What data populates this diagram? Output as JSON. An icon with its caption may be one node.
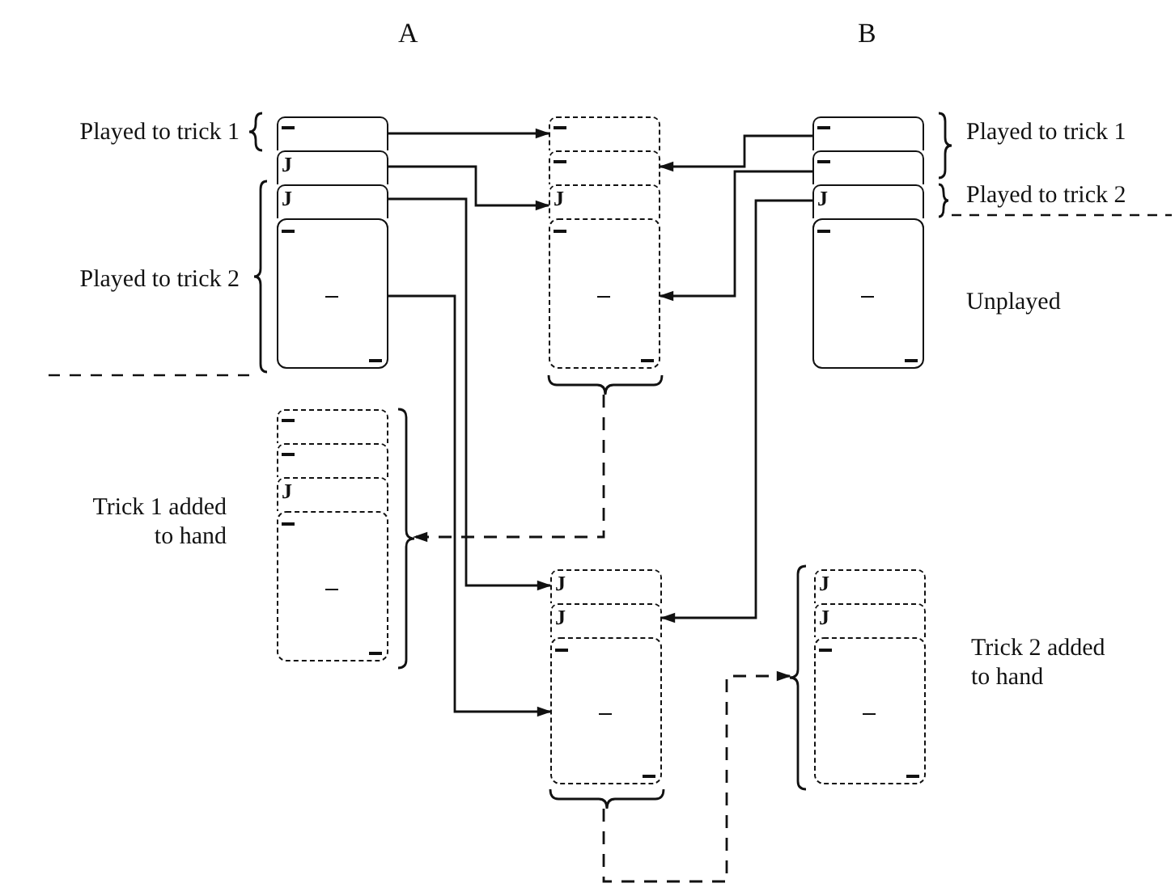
{
  "diagram": {
    "nodes": [
      {
        "text": [],
        "shape": "box"
      },
      {
        "text": [
          "J"
        ]
      },
      {
        "text": [
          "J"
        ]
      },
      {
        "text": [],
        "shape": "box"
      },
      {
        "text": [],
        "shape": "box"
      },
      {
        "text": [],
        "shape": "box"
      },
      {
        "text": [
          "J"
        ]
      },
      {
        "text": [],
        "shape": "box"
      },
      {
        "text": [],
        "shape": "box"
      },
      {
        "text": [],
        "shape": "box"
      },
      {
        "text": [
          "J"
        ]
      },
      {
        "text": [],
        "shape": "box"
      },
      {
        "text": [],
        "shape": "box"
      },
      {
        "text": [],
        "shape": "box"
      },
      {
        "text": [
          "J"
        ]
      },
      {
        "text": [],
        "shape": "box"
      },
      {
        "text": [
          "J"
        ]
      },
      {
        "text": [
          "J"
        ]
      },
      {
        "text": [],
        "shape": "box"
      },
      {
        "text": [
          "J"
        ]
      },
      {
        "text": [
          "J"
        ]
      },
      {
        "text": [],
        "shape": "box"
      },
      {
        "text": [],
        "shape": "brace"
      },
      {
        "text": [],
        "shape": "brace"
      },
      {
        "text": [],
        "shape": "brace"
      },
      {
        "text": [],
        "shape": "brace"
      }
    ],
    "edges": [
      {
        "from": 0,
        "to": 4,
        "arrow": "to"
      },
      {
        "from": 1,
        "to": 6,
        "arrow": "to"
      },
      {
        "from": 8,
        "to": 5,
        "arrow": "to"
      },
      {
        "from": 9,
        "to": 7,
        "arrow": "to"
      },
      {
        "from": 2,
        "to": 16,
        "arrow": "to"
      },
      {
        "from": 3,
        "to": 18,
        "arrow": "to"
      },
      {
        "from": 10,
        "to": 17,
        "arrow": "to"
      },
      {
        "from": 22,
        "to": 23,
        "arrow": "to",
        "style": "dashed"
      },
      {
        "from": 24,
        "to": 25,
        "arrow": "to",
        "style": "dashed"
      }
    ],
    "labels": [
      "A",
      "B",
      "Played to trick 1",
      "Played to trick 1",
      "Played to trick 2",
      "Played to trick 2",
      "Unplayed",
      "Trick 1 added to hand",
      "Trick 2 added to hand"
    ]
  }
}
